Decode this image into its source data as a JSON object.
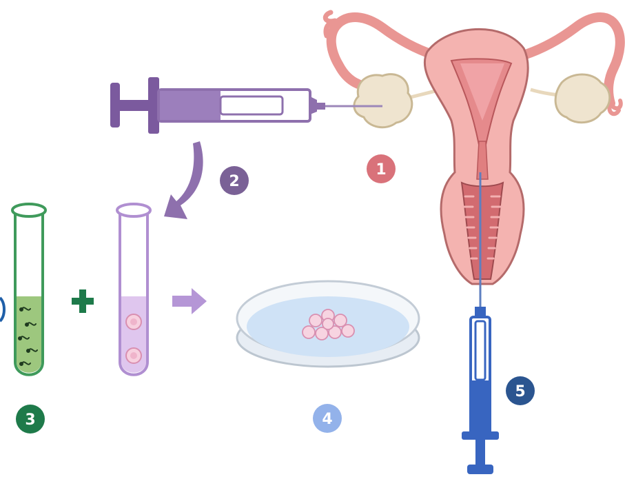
{
  "steps": [
    {
      "number": "1",
      "color": "#d9727a"
    },
    {
      "number": "2",
      "color": "#7a6196"
    },
    {
      "number": "3",
      "color": "#1e7a4a"
    },
    {
      "number": "4",
      "color": "#93b2ea"
    },
    {
      "number": "5",
      "color": "#2b5590"
    }
  ],
  "colors": {
    "uterus": "#f4b3b0",
    "uterus_outline": "#b46a6a",
    "ovary": "#efe4cf",
    "syringe_purple": "#8e70ad",
    "syringe_blue": "#3865c0",
    "sperm_liquid": "#9dc77e",
    "tube_purple_liquid": "#dfc6ee",
    "dish_liquid": "#cfe2f6",
    "plus_green": "#1e7a4a",
    "arrow_purple": "#b596d6"
  }
}
